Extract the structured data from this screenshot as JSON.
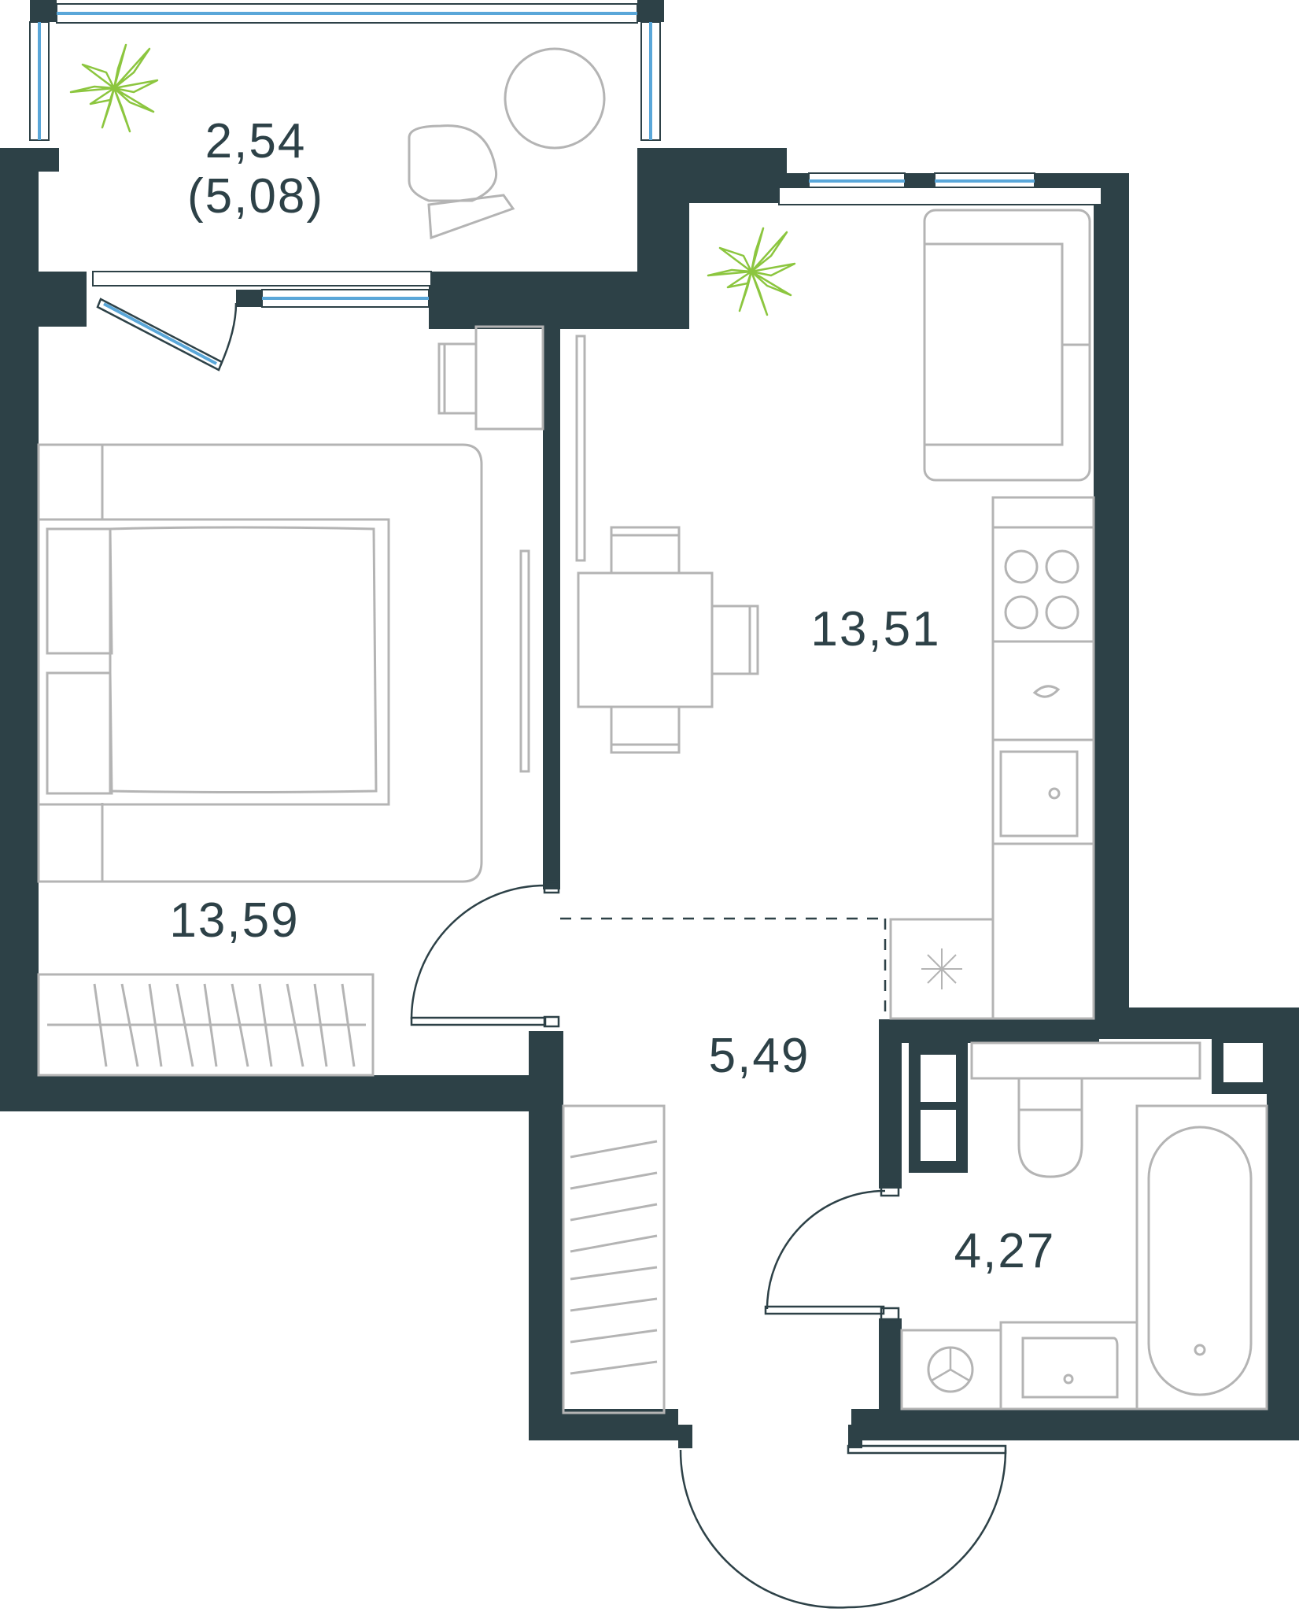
{
  "colors": {
    "wall": "#2d4147",
    "furniture": "#b4b4b4",
    "window_glass": "#5aa7d9",
    "plant": "#8cc63f",
    "background": "#ffffff"
  },
  "rooms": {
    "balcony": {
      "area": "2,54",
      "area_full": "(5,08)"
    },
    "living_kitchen": {
      "area": "13,51"
    },
    "bedroom": {
      "area": "13,59"
    },
    "hallway": {
      "area": "5,49"
    },
    "bathroom": {
      "area": "4,27"
    }
  },
  "icons": [
    "plant-icon",
    "stove-icon",
    "sink-icon",
    "fridge-icon",
    "toilet-icon",
    "bathtub-icon",
    "washing-machine-icon",
    "ventilation-shaft-icon"
  ]
}
